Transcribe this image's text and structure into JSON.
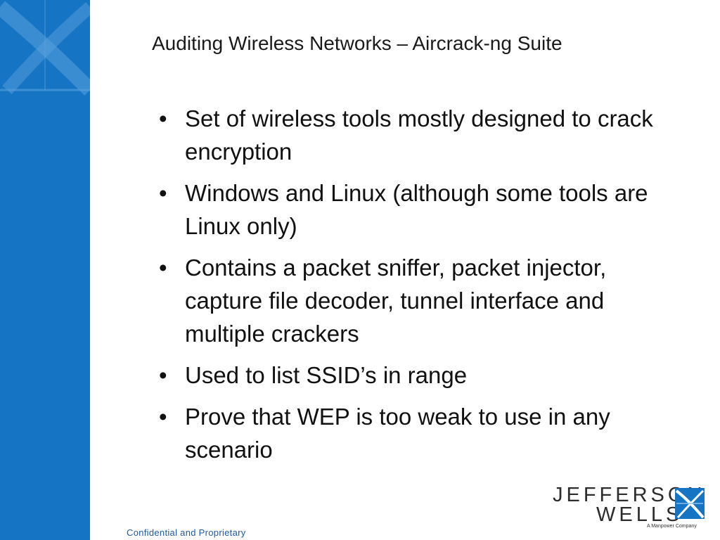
{
  "slide": {
    "title": "Auditing Wireless Networks – Aircrack-ng Suite",
    "bullet_glyph": "•",
    "bullets": [
      "Set of wireless tools mostly designed to crack encryption",
      "Windows and Linux (although some tools are Linux only)",
      "Contains a packet sniffer, packet injector, capture file decoder, tunnel interface and multiple crackers",
      "Used to list SSID’s in range",
      "Prove that WEP is too weak to use in any scenario"
    ],
    "footer": "Confidential and Proprietary"
  },
  "logo": {
    "line1": "JEFFERSON",
    "line2": "WELLS",
    "tagline": "A Manpower Company"
  },
  "colors": {
    "side_band": "#1575c4",
    "footer_text": "#1f5aa6",
    "logo_mark": "#1575c4"
  }
}
